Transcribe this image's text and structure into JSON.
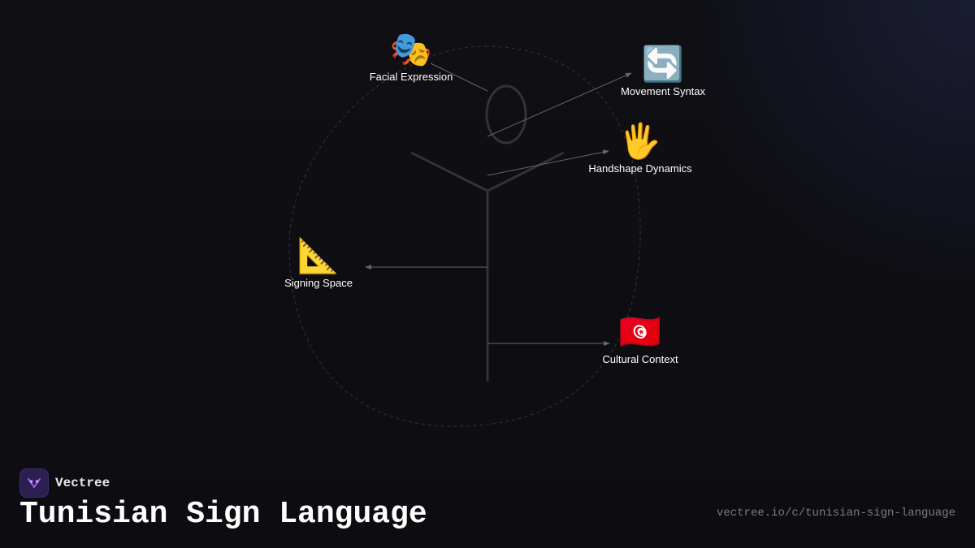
{
  "diagram": {
    "nodes": [
      {
        "id": "facial",
        "emoji": "🎭",
        "label": "Facial Expression"
      },
      {
        "id": "movement",
        "emoji": "🔄",
        "label": "Movement Syntax"
      },
      {
        "id": "handshape",
        "emoji": "🖐️",
        "label": "Handshape Dynamics"
      },
      {
        "id": "space",
        "emoji": "📐",
        "label": "Signing Space"
      },
      {
        "id": "culture",
        "emoji": "🇹🇳",
        "label": "Cultural Context"
      }
    ]
  },
  "brand": {
    "name": "Vectree",
    "logo_icon": "vectree-logo-icon"
  },
  "footer": {
    "title": "Tunisian Sign Language",
    "url": "vectree.io/c/tunisian-sign-language"
  },
  "colors": {
    "background": "#0e0e12",
    "figure_stroke": "#333333",
    "connector": "#666666",
    "brand_accent": "#9b5de5"
  }
}
